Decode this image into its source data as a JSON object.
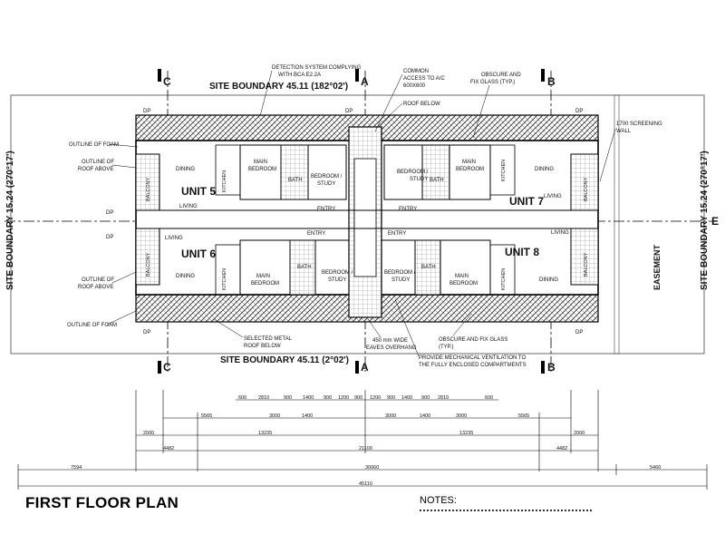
{
  "drawing": {
    "title": "FIRST FLOOR PLAN",
    "notes_heading": "NOTES:",
    "site_boundary_top": "SITE BOUNDARY 45.11 (182°02')",
    "site_boundary_bottom": "SITE BOUNDARY 45.11 (2°02')",
    "site_boundary_left": "SITE BOUNDARY 15.24 (270°17')",
    "site_boundary_right": "SITE BOUNDARY 15.24 (270°17')",
    "easement": "EASEMENT",
    "section_markers": [
      "C",
      "A",
      "B",
      "E"
    ],
    "units": [
      "UNIT 5",
      "UNIT 6",
      "UNIT 7",
      "UNIT 8"
    ]
  },
  "callouts": {
    "detection": [
      "DETECTION SYSTEM COMPLYING",
      "WITH BCA E2.2A"
    ],
    "common": [
      "COMMON",
      "ACCESS TO A/C",
      "600X600"
    ],
    "obscure_top": [
      "OBSCURE AND",
      "FIX GLASS (TYP.)"
    ],
    "roof_below": "ROOF BELOW",
    "screening": [
      "1700 SCREENING",
      "WALL"
    ],
    "foam_top": "OUTLINE OF FOAM",
    "roof_above_top": [
      "OUTLINE OF",
      "ROOF ABOVE"
    ],
    "roof_above_bottom": [
      "OUTLINE OF",
      "ROOF ABOVE"
    ],
    "foam_bottom": "OUTLINE OF FOAM",
    "metal_roof": [
      "SELECTED METAL",
      "ROOF BELOW"
    ],
    "eaves": [
      "450 mm WIDE",
      "EAVES OVERHANG"
    ],
    "obscure_bottom": [
      "OBSCURE AND FIX GLASS",
      "(TYP.)"
    ],
    "ventilation": [
      "PROVIDE MECHANICAL VENTILATION TO",
      "THE FULLY ENCLOSED COMPARTMENTS"
    ]
  },
  "rooms": {
    "main_bedroom": [
      "MAIN",
      "BEDROOM"
    ],
    "bedroom_study": [
      "BEDROOM /",
      "STUDY"
    ],
    "bath": "BATH",
    "entry": "ENTRY",
    "dining": "DINING",
    "living": "LIVING",
    "kitchen": "KITCHEN",
    "balcony": "BALCONY",
    "dp": "DP"
  },
  "dimensions": {
    "row1": [
      "600",
      "2810",
      "900",
      "1400",
      "900",
      "1200",
      "900",
      "1200",
      "900",
      "1400",
      "900",
      "2810",
      "600"
    ],
    "row2": [
      "5565",
      "3000",
      "1400",
      "3000",
      "1400",
      "3000",
      "5565"
    ],
    "row3": [
      "2000",
      "13235",
      "13235",
      "2000"
    ],
    "row4": [
      "4482",
      "21100",
      "4482"
    ],
    "row5": [
      "7594",
      "30060",
      "5460"
    ],
    "total": "45110"
  }
}
